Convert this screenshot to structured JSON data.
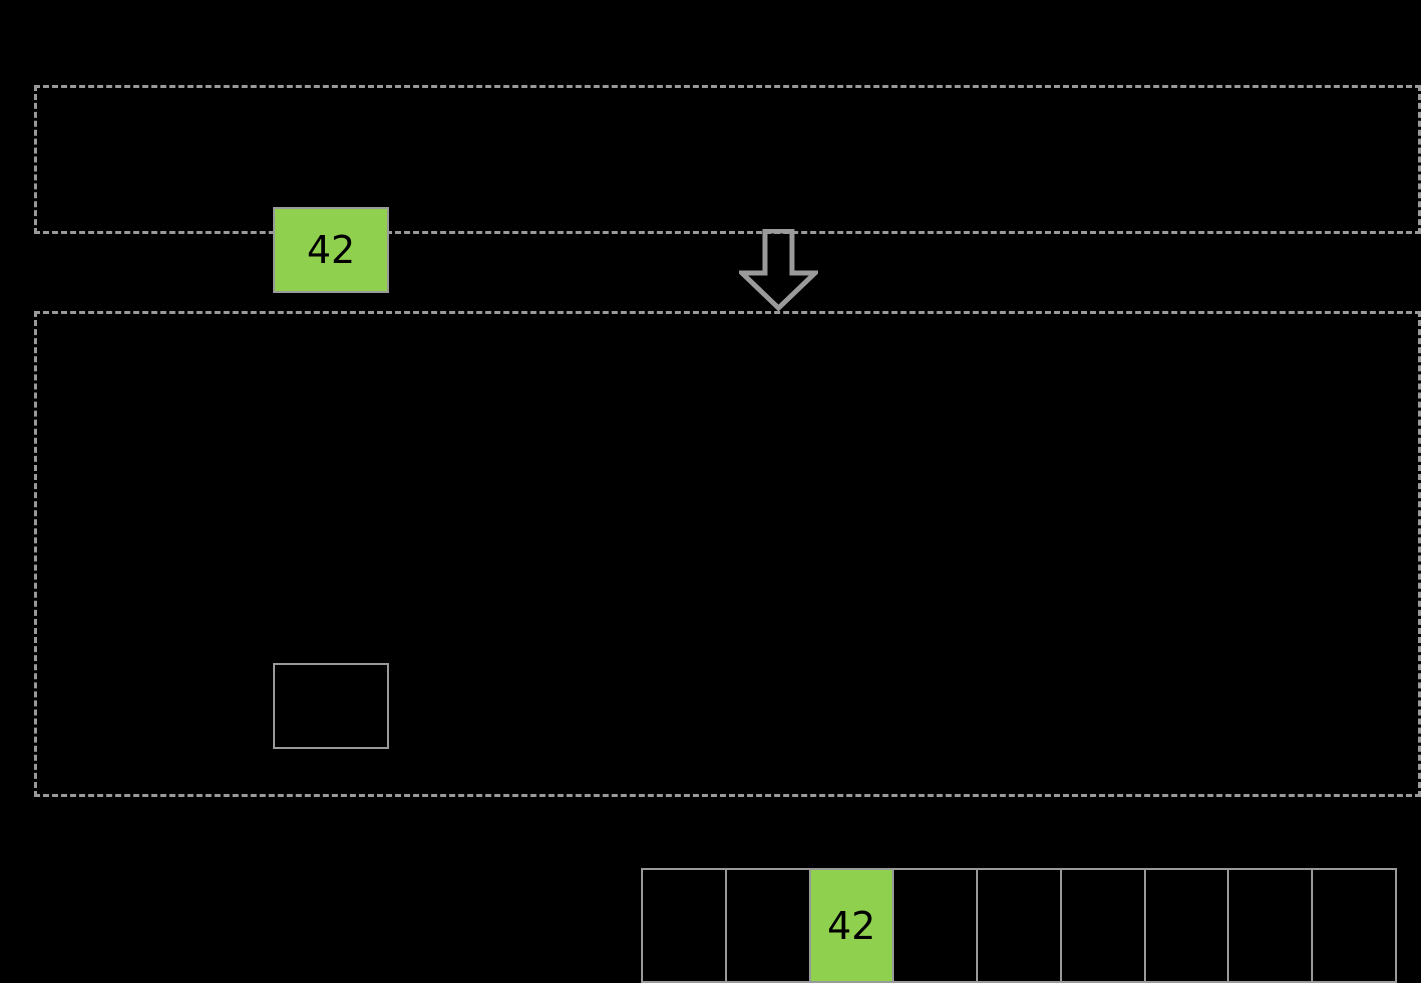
{
  "colors": {
    "background": "#000000",
    "stroke": "#9a9a9a",
    "highlight_fill": "#8fd04f",
    "value_text": "#000000"
  },
  "panels": [
    {
      "name": "before-state",
      "border_style": "dashed",
      "value_box": {
        "value": "42",
        "filled": true
      }
    },
    {
      "name": "after-state",
      "border_style": "dashed",
      "value_box": {
        "value": "",
        "filled": false
      }
    }
  ],
  "arrow": {
    "icon": "arrow-down-outline-icon",
    "direction": "down"
  },
  "array": {
    "length": 9,
    "highlight_index": 2,
    "cells": [
      {
        "index": 0,
        "value": "",
        "filled": false
      },
      {
        "index": 1,
        "value": "",
        "filled": false
      },
      {
        "index": 2,
        "value": "42",
        "filled": true
      },
      {
        "index": 3,
        "value": "",
        "filled": false
      },
      {
        "index": 4,
        "value": "",
        "filled": false
      },
      {
        "index": 5,
        "value": "",
        "filled": false
      },
      {
        "index": 6,
        "value": "",
        "filled": false
      },
      {
        "index": 7,
        "value": "",
        "filled": false
      },
      {
        "index": 8,
        "value": "",
        "filled": false
      }
    ]
  }
}
